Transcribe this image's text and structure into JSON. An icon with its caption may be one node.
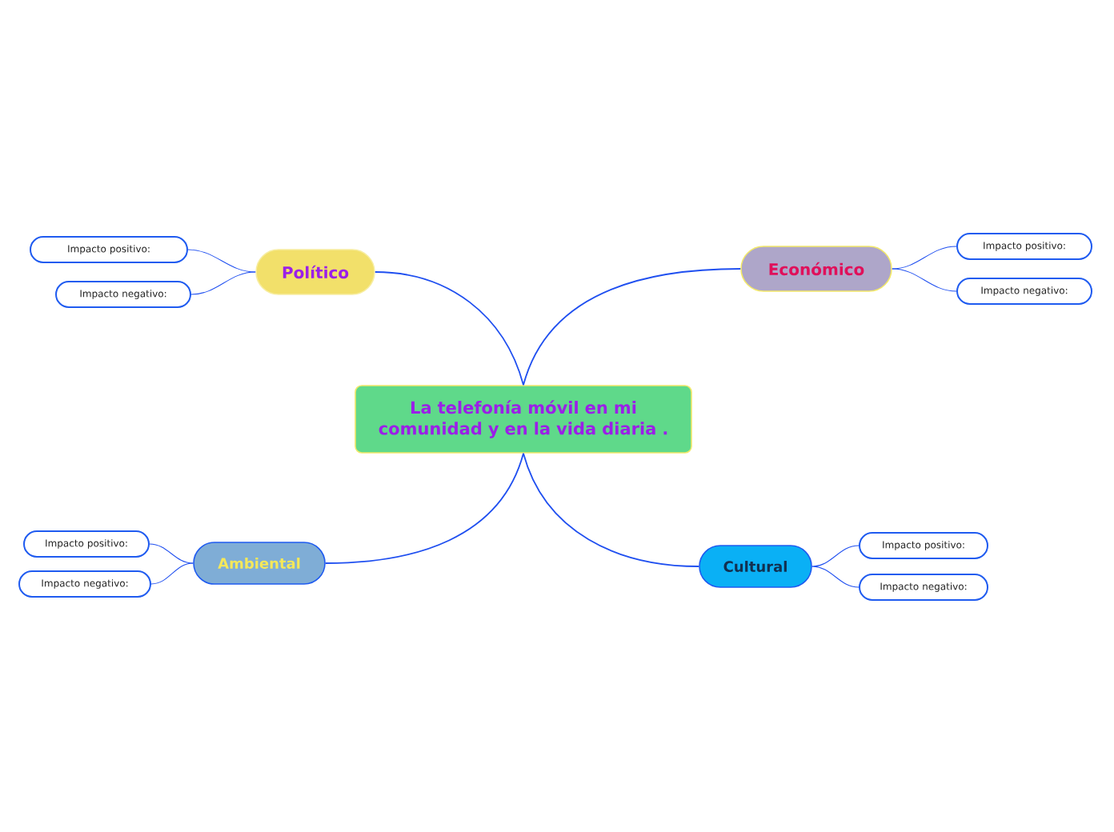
{
  "diagram": {
    "nodes": [
      {
        "text": [
          "La telefonía móvil en mi comunidad y en la vida diaria ."
        ]
      },
      {
        "text": [
          "Político"
        ]
      },
      {
        "text": [
          "Impacto positivo:"
        ]
      },
      {
        "text": [
          "Impacto negativo:"
        ]
      },
      {
        "text": [
          "Económico"
        ]
      },
      {
        "text": [
          "Impacto positivo:"
        ]
      },
      {
        "text": [
          "Impacto negativo:"
        ]
      },
      {
        "text": [
          "Ambiental"
        ]
      },
      {
        "text": [
          "Impacto positivo:"
        ]
      },
      {
        "text": [
          "Impacto negativo:"
        ]
      },
      {
        "text": [
          "Cultural"
        ]
      },
      {
        "text": [
          "Impacto positivo:"
        ]
      },
      {
        "text": [
          "Impacto negativo:"
        ]
      }
    ],
    "edges": [
      {
        "from": 0,
        "to": 1,
        "arrow": "none"
      },
      {
        "from": 1,
        "to": 2,
        "arrow": "none"
      },
      {
        "from": 1,
        "to": 3,
        "arrow": "none"
      },
      {
        "from": 0,
        "to": 4,
        "arrow": "none"
      },
      {
        "from": 4,
        "to": 5,
        "arrow": "none"
      },
      {
        "from": 4,
        "to": 6,
        "arrow": "none"
      },
      {
        "from": 0,
        "to": 7,
        "arrow": "none"
      },
      {
        "from": 7,
        "to": 8,
        "arrow": "none"
      },
      {
        "from": 7,
        "to": 9,
        "arrow": "none"
      },
      {
        "from": 0,
        "to": 10,
        "arrow": "none"
      },
      {
        "from": 10,
        "to": 11,
        "arrow": "none"
      },
      {
        "from": 10,
        "to": 12,
        "arrow": "none"
      }
    ]
  }
}
